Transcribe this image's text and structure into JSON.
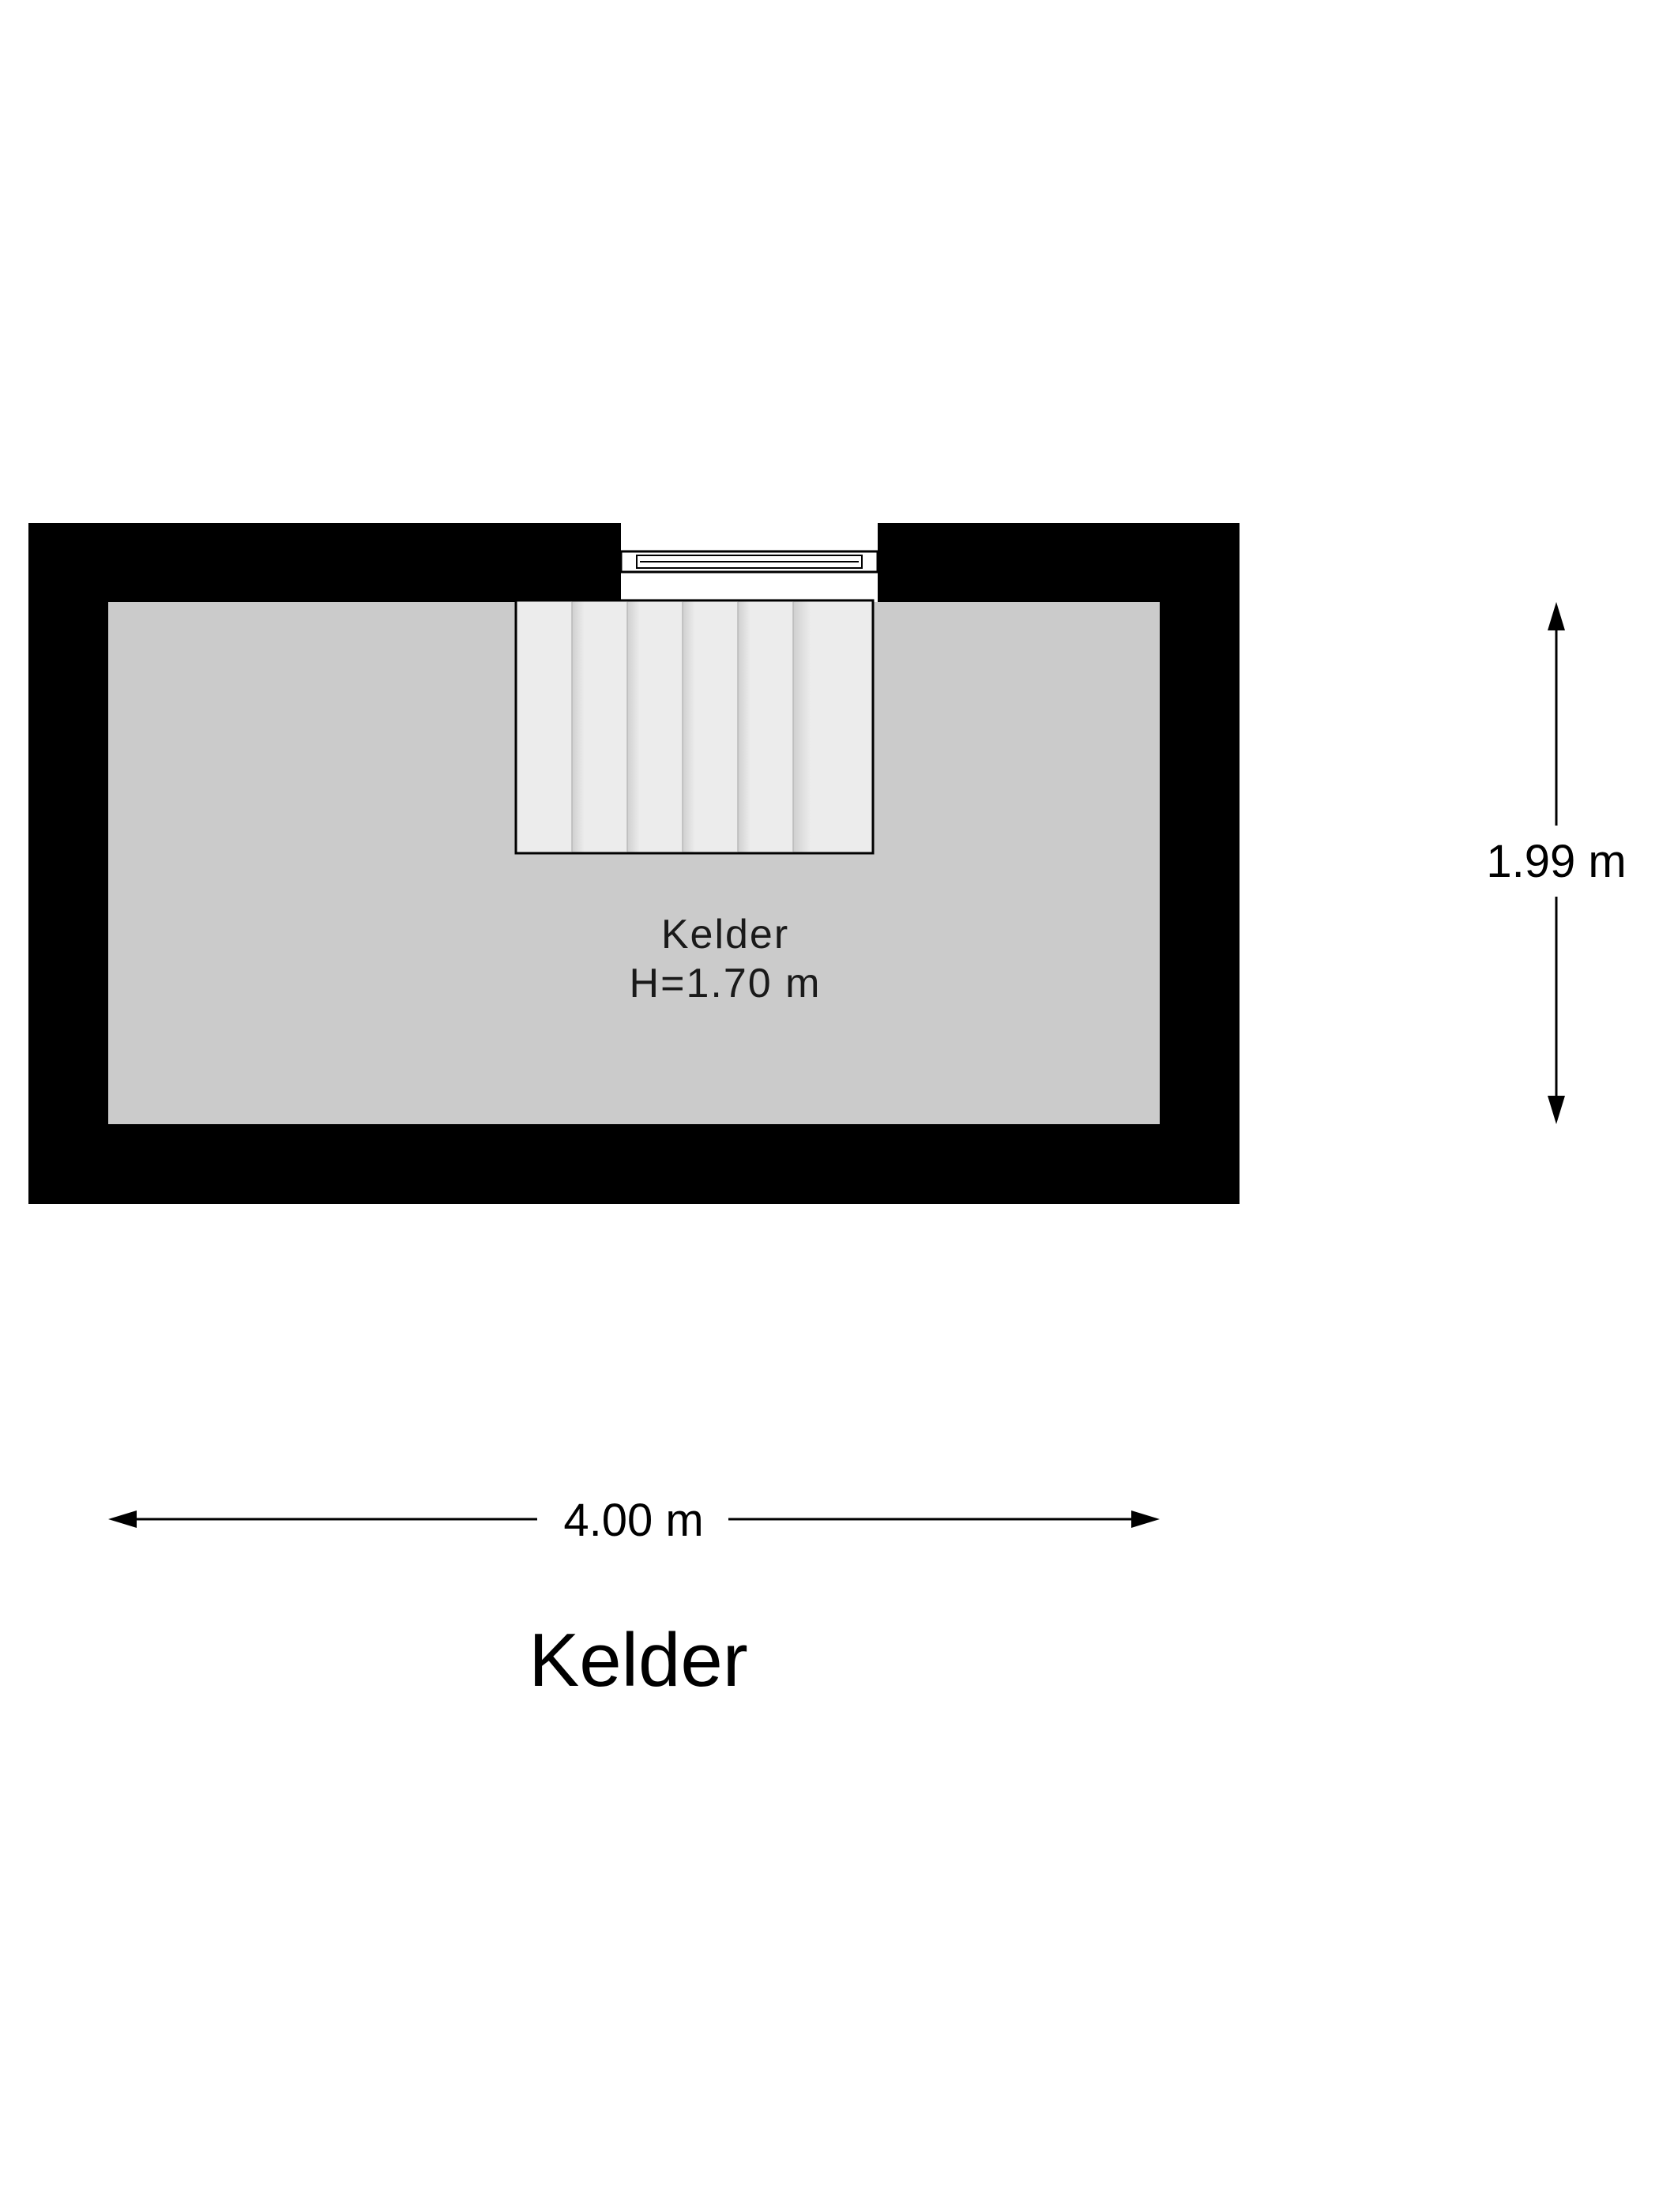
{
  "room": {
    "name": "Kelder",
    "height_label": "H=1.70 m"
  },
  "dimensions": {
    "width_label": "4.00 m",
    "depth_label": "1.99 m"
  },
  "floor": {
    "title": "Kelder"
  },
  "colors": {
    "wall": "#000000",
    "floor": "#cbcbcb",
    "stairs": "#ececec",
    "background": "#ffffff"
  }
}
